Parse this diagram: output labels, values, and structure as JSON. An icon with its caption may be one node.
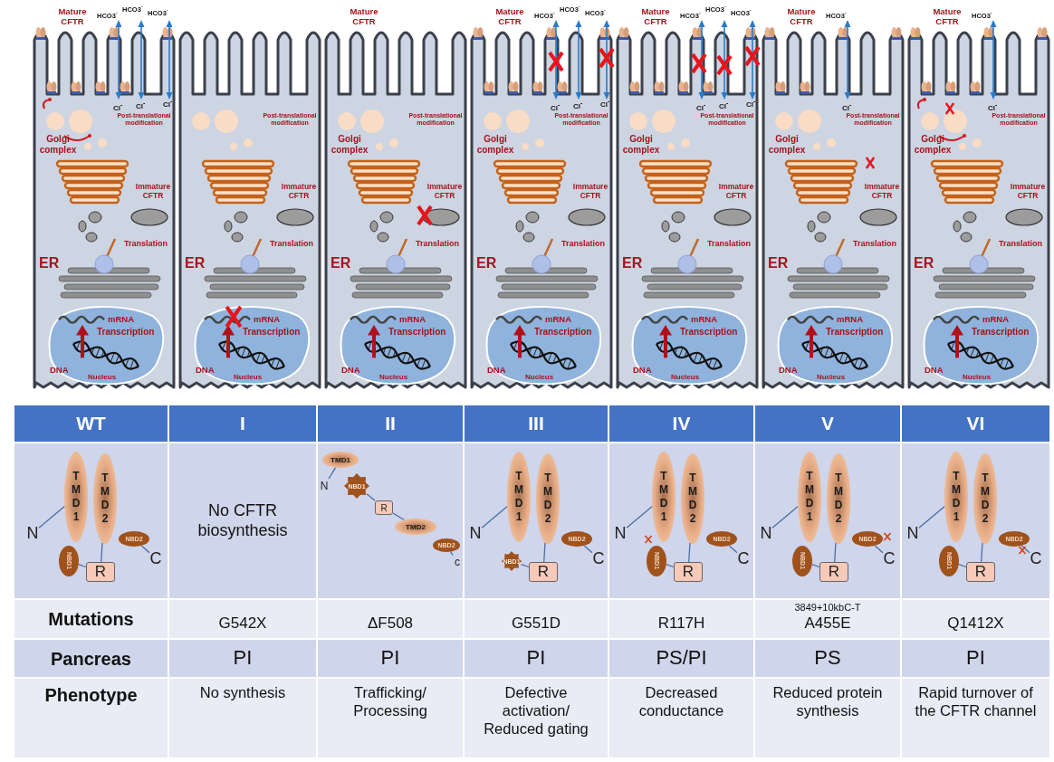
{
  "diagram": {
    "nodes": [
      {
        "text": [
          "Mature CFTR",
          "HCO3$^{-}$",
          "HCO3$^{-}$",
          "HCO3$^{-}$",
          "Cl$^{-}$",
          "Cl$^{-}$",
          "Cl$^{-}$",
          "Post-translational modification",
          "Golgi complex",
          "Immature CFTR",
          "Translation",
          "ER"
        ]
      },
      {
        "text": [
          "mRNA",
          "Transcription",
          "DNA",
          "Nucleus"
        ],
        "in": 0
      },
      {
        "text": [
          "Post-translational modification",
          "Immature CFTR",
          "Translation",
          "ER"
        ]
      },
      {
        "text": [
          "mRNA",
          "Transcription",
          "DNA",
          "Nucleus"
        ],
        "in": 2
      },
      {
        "text": [
          "Mature CFTR",
          "Post-translational modification",
          "Golgi complex",
          "Immature CFTR",
          "Translation",
          "ER"
        ]
      },
      {
        "text": [
          "mRNA",
          "Transcription",
          "DNA",
          "Nucleus"
        ],
        "in": 4
      },
      {
        "text": [
          "Mature CFTR",
          "HCO3$^{-}$",
          "HCO3$^{-}$",
          "HCO3$^{-}$",
          "Cl$^{-}$",
          "Cl$^{-}$",
          "Cl$^{-}$",
          "Post-translational modification",
          "Golgi complex",
          "Immature CFTR",
          "Translation",
          "ER"
        ]
      },
      {
        "text": [
          "mRNA",
          "Transcription",
          "DNA",
          "Nucleus"
        ],
        "in": 6
      },
      {
        "text": [
          "Mature CFTR",
          "HCO3$^{-}$",
          "HCO3$^{-}$",
          "HCO3$^{-}$",
          "Cl$^{-}$",
          "Cl$^{-}$",
          "Cl$^{-}$",
          "Post-translational modification",
          "Golgi complex",
          "Immature CFTR",
          "Translation",
          "ER"
        ]
      },
      {
        "text": [
          "mRNA",
          "Transcription",
          "DNA",
          "Nucleus"
        ],
        "in": 8
      },
      {
        "text": [
          "Mature CFTR",
          "HCO3$^{-}$",
          "Cl$^{-}$",
          "Post-translational modification",
          "Golgi complex",
          "Immature CFTR",
          "Translation",
          "ER"
        ]
      },
      {
        "text": [
          "mRNA",
          "Transcription",
          "DNA",
          "Nucleus"
        ],
        "in": 10
      },
      {
        "text": [
          "Mature CFTR",
          "HCO3$^{-}$",
          "Cl$^{-}$",
          "Post-translational modification",
          "Golgi complex",
          "Immature CFTR",
          "Translation",
          "ER"
        ]
      },
      {
        "text": [
          "mRNA",
          "Transcription",
          "DNA",
          "Nucleus"
        ],
        "in": 12
      },
      {
        "text": [
          "TMD1"
        ]
      },
      {
        "text": [
          "TMD2"
        ]
      },
      {
        "text": [
          "N"
        ]
      },
      {
        "text": [
          "NBD1"
        ]
      },
      {
        "text": [
          "R"
        ]
      },
      {
        "text": [
          "NBD2"
        ]
      },
      {
        "text": [
          "C"
        ]
      },
      {
        "text": [
          "TMD1"
        ]
      },
      {
        "text": [
          "TMD2"
        ]
      },
      {
        "text": [
          "N"
        ]
      },
      {
        "text": [
          "NBD1"
        ]
      },
      {
        "text": [
          "R"
        ]
      },
      {
        "text": [
          "NBD2"
        ]
      },
      {
        "text": [
          "c"
        ]
      },
      {
        "text": [
          "TMD1"
        ]
      },
      {
        "text": [
          "TMD2"
        ]
      },
      {
        "text": [
          "N"
        ]
      },
      {
        "text": [
          "NBD1"
        ]
      },
      {
        "text": [
          "R"
        ]
      },
      {
        "text": [
          "NBD2"
        ]
      },
      {
        "text": [
          "C"
        ]
      },
      {
        "text": [
          "TMD1"
        ]
      },
      {
        "text": [
          "TMD2"
        ]
      },
      {
        "text": [
          "N"
        ]
      },
      {
        "text": [
          "NBD1"
        ]
      },
      {
        "text": [
          "R"
        ]
      },
      {
        "text": [
          "NBD2"
        ]
      },
      {
        "text": [
          "C"
        ]
      },
      {
        "text": [
          "TMD1"
        ]
      },
      {
        "text": [
          "TMD2"
        ]
      },
      {
        "text": [
          "N"
        ]
      },
      {
        "text": [
          "NBD1"
        ]
      },
      {
        "text": [
          "R"
        ]
      },
      {
        "text": [
          "NBD2"
        ]
      },
      {
        "text": [
          "C"
        ]
      },
      {
        "text": [
          "TMD1"
        ]
      },
      {
        "text": [
          "TMD2"
        ]
      },
      {
        "text": [
          "N"
        ]
      },
      {
        "text": [
          "NBD1"
        ]
      },
      {
        "text": [
          "R"
        ]
      },
      {
        "text": [
          "NBD2"
        ]
      },
      {
        "text": [
          "C"
        ]
      }
    ],
    "edges": [
      {
        "from": 16,
        "to": 14,
        "arrow": "none"
      },
      {
        "from": 17,
        "to": 18,
        "arrow": "none"
      },
      {
        "from": 18,
        "to": 15,
        "arrow": "none"
      },
      {
        "from": 19,
        "to": 20,
        "arrow": "none"
      },
      {
        "from": 23,
        "to": 21,
        "arrow": "none"
      },
      {
        "from": 24,
        "to": 25,
        "arrow": "none"
      },
      {
        "from": 25,
        "to": 22,
        "arrow": "none"
      },
      {
        "from": 26,
        "to": 27,
        "arrow": "none"
      },
      {
        "from": 30,
        "to": 28,
        "arrow": "none"
      },
      {
        "from": 31,
        "to": 32,
        "arrow": "none"
      },
      {
        "from": 32,
        "to": 29,
        "arrow": "none"
      },
      {
        "from": 33,
        "to": 34,
        "arrow": "none"
      },
      {
        "from": 37,
        "to": 35,
        "arrow": "none"
      },
      {
        "from": 38,
        "to": 39,
        "arrow": "none"
      },
      {
        "from": 39,
        "to": 36,
        "arrow": "none"
      },
      {
        "from": 40,
        "to": 41,
        "arrow": "none"
      },
      {
        "from": 44,
        "to": 42,
        "arrow": "none"
      },
      {
        "from": 45,
        "to": 46,
        "arrow": "none"
      },
      {
        "from": 46,
        "to": 43,
        "arrow": "none"
      },
      {
        "from": 47,
        "to": 48,
        "arrow": "none"
      },
      {
        "from": 51,
        "to": 49,
        "arrow": "none"
      },
      {
        "from": 52,
        "to": 53,
        "arrow": "none"
      },
      {
        "from": 53,
        "to": 50,
        "arrow": "none"
      },
      {
        "from": 54,
        "to": 55,
        "arrow": "none"
      }
    ],
    "labels": [
      "WT",
      "I",
      "II",
      "III",
      "IV",
      "V",
      "VI",
      "No CFTR biosynthesis",
      "Mutations",
      "G542X",
      "ΔF508",
      "G551D",
      "R117H",
      "3849+10kbC-T",
      "A455E",
      "Q1412X",
      "Pancreas",
      "PI",
      "PI",
      "PI",
      "PS/PI",
      "PS",
      "PI",
      "Phenotype",
      "No synthesis",
      "Trafficking/ Processing",
      "Defective activation/ Reduced gating",
      "Decreased conductance",
      "Reduced protein synthesis",
      "Rapid turnover of the CFTR channel"
    ]
  }
}
